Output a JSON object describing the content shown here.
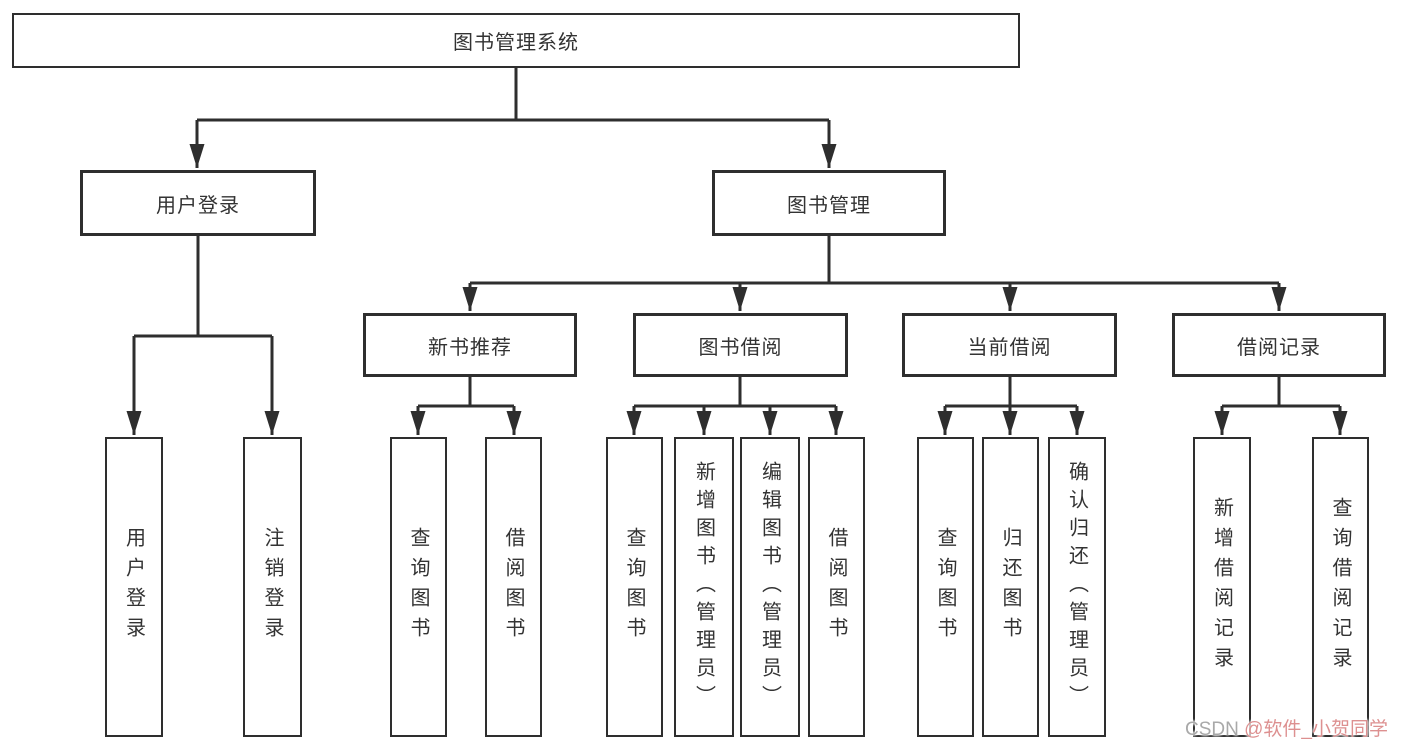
{
  "diagram": {
    "title": "图书管理系统",
    "root": {
      "label": "图书管理系统"
    },
    "level1": {
      "user_login": {
        "label": "用户登录"
      },
      "book_mgmt": {
        "label": "图书管理"
      }
    },
    "level2": {
      "new_book": {
        "label": "新书推荐"
      },
      "book_borrow": {
        "label": "图书借阅"
      },
      "current_borrow": {
        "label": "当前借阅"
      },
      "borrow_record": {
        "label": "借阅记录"
      }
    },
    "leaves": {
      "user_login": [
        "用户登录",
        "注销登录"
      ],
      "new_book": [
        "查询图书",
        "借阅图书"
      ],
      "book_borrow": [
        "查询图书",
        "新增图书（管理员）",
        "编辑图书（管理员）",
        "借阅图书"
      ],
      "current_borrow": [
        "查询图书",
        "归还图书",
        "确认归还（管理员）"
      ],
      "borrow_record": [
        "新增借阅记录",
        "查询借阅记录"
      ]
    }
  },
  "watermark": {
    "prefix": "CSDN ",
    "handle": "@软件_小贺同学"
  },
  "colors": {
    "connector_line": "#2e2e2e",
    "box_border": "#2e2e2e",
    "text": "#333333",
    "watermark_prefix": "#a9a9a9",
    "watermark_handle": "#dd9090",
    "background": "#ffffff"
  }
}
